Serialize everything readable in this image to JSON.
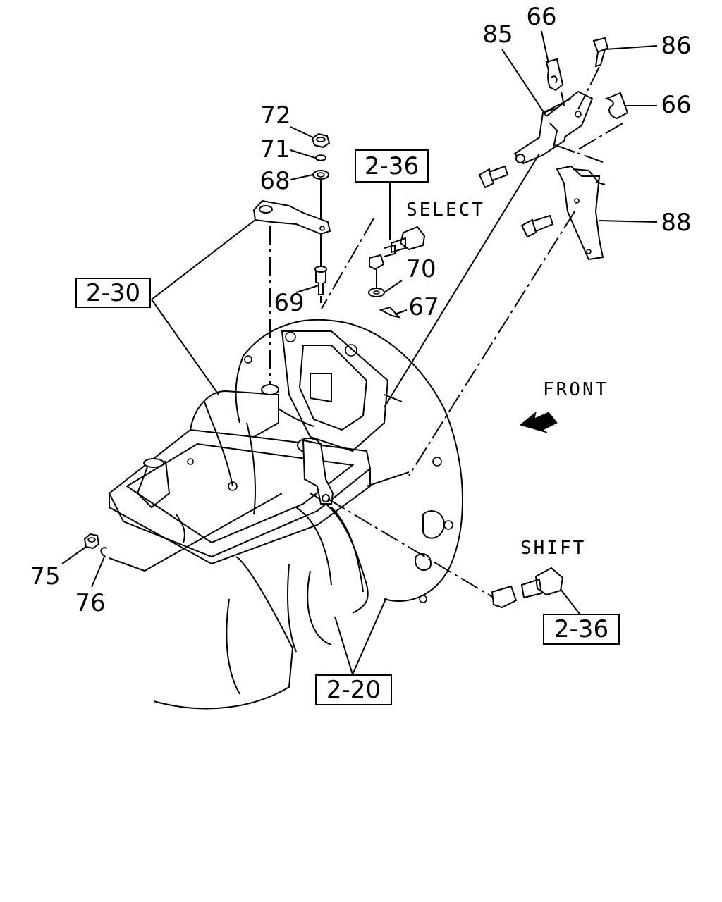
{
  "refs": {
    "r230": "2-30",
    "r236_select": "2-36",
    "r236_shift": "2-36",
    "r220": "2-20"
  },
  "words": {
    "select": "SELECT",
    "shift": "SHIFT",
    "front": "FRONT"
  },
  "parts": {
    "p66a": "66",
    "p85": "85",
    "p86": "86",
    "p66b": "66",
    "p88": "88",
    "p72": "72",
    "p71": "71",
    "p68": "68",
    "p69": "69",
    "p70": "70",
    "p67": "67",
    "p75": "75",
    "p76": "76"
  }
}
